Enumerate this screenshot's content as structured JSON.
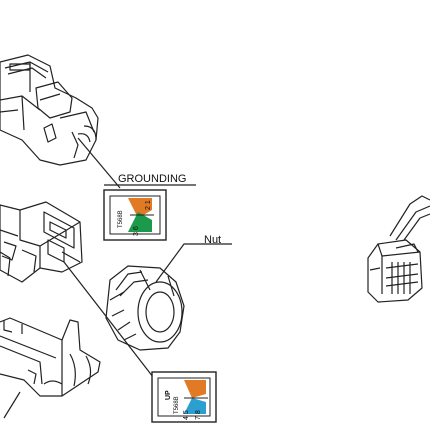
{
  "labels": {
    "grounding": "GROUNDING",
    "nut": "Nut"
  },
  "wiring_top": {
    "standard": "T568B",
    "pins_left": "3 6",
    "pins_right": "2 1",
    "marker": "1",
    "colors": [
      "#e07a24",
      "#1a9a4a"
    ]
  },
  "wiring_bottom": {
    "standard": "T568B",
    "pins_left": "4 5",
    "pins_right": "7 8",
    "marker": "UP",
    "colors": [
      "#e07a24",
      "#2a9fd0"
    ]
  },
  "colors": {
    "line": "#222222",
    "orange": "#e07a24",
    "green": "#1a9a4a",
    "blue": "#2a9fd0"
  }
}
